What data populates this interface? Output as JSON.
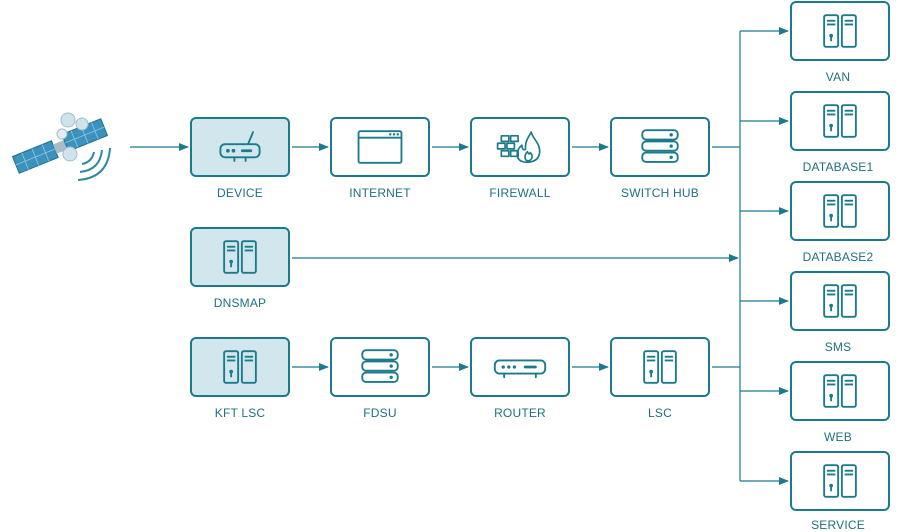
{
  "colors": {
    "stroke": "#1b7a8c",
    "fill_highlight": "#d2e6ee",
    "icon": "#1b7a8c",
    "label": "#1f6f82",
    "connector": "#1b7a8c"
  },
  "nodes": {
    "device": {
      "label": "DEVICE",
      "icon": "router-icon"
    },
    "internet": {
      "label": "INTERNET",
      "icon": "browser-window-icon"
    },
    "firewall": {
      "label": "FIREWALL",
      "icon": "firewall-icon"
    },
    "switch_hub": {
      "label": "SWITCH HUB",
      "icon": "server-stack-icon"
    },
    "dnsmap": {
      "label": "DNSMAP",
      "icon": "server-tower-icon"
    },
    "kft_lsc": {
      "label": "KFT LSC",
      "icon": "server-tower-icon"
    },
    "fdsu": {
      "label": "FDSU",
      "icon": "server-stack-icon"
    },
    "router": {
      "label": "ROUTER",
      "icon": "router-icon"
    },
    "lsc": {
      "label": "LSC",
      "icon": "server-tower-icon"
    },
    "van": {
      "label": "VAN",
      "icon": "server-tower-icon"
    },
    "database1": {
      "label": "DATABASE1",
      "icon": "server-tower-icon"
    },
    "database2": {
      "label": "DATABASE2",
      "icon": "server-tower-icon"
    },
    "sms": {
      "label": "SMS",
      "icon": "server-tower-icon"
    },
    "web": {
      "label": "WEB",
      "icon": "server-tower-icon"
    },
    "service": {
      "label": "SERVICE",
      "icon": "server-tower-icon"
    }
  },
  "satellite": {
    "icon": "satellite-icon"
  }
}
